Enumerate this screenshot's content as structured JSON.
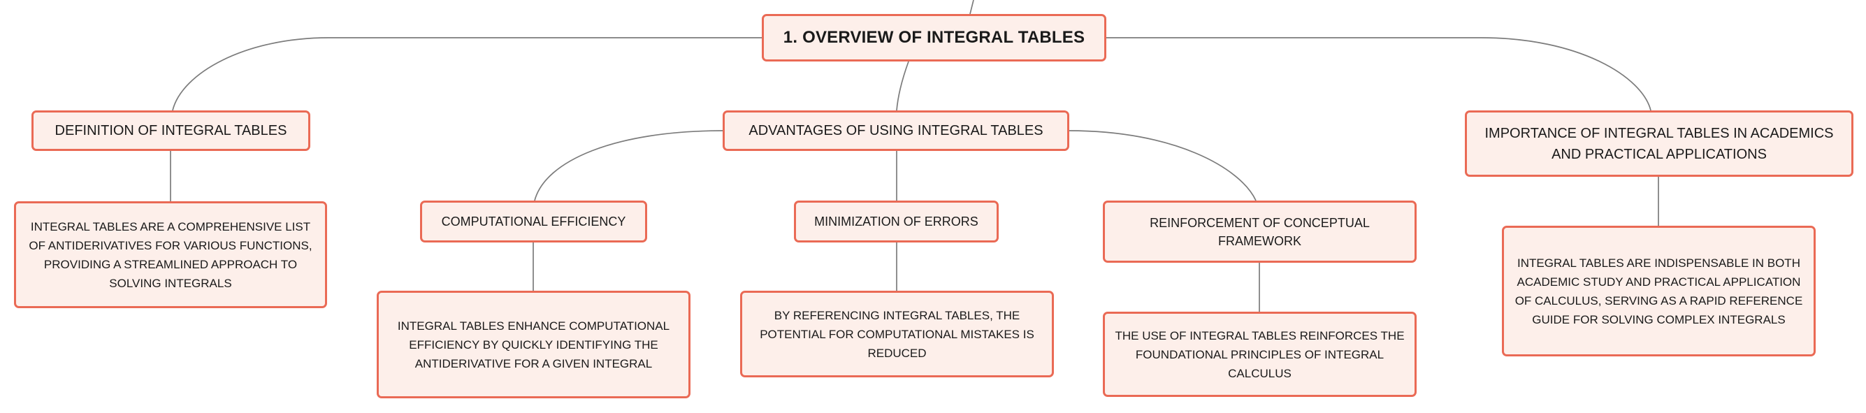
{
  "diagram": {
    "root": {
      "label": "1. OVERVIEW OF INTEGRAL TABLES"
    },
    "definition": {
      "label": "DEFINITION OF INTEGRAL TABLES",
      "detail": "INTEGRAL TABLES ARE A COMPREHENSIVE LIST OF ANTIDERIVATIVES FOR VARIOUS FUNCTIONS, PROVIDING A STREAMLINED APPROACH TO SOLVING INTEGRALS"
    },
    "advantages": {
      "label": "ADVANTAGES OF USING INTEGRAL TABLES",
      "children": [
        {
          "label": "COMPUTATIONAL EFFICIENCY",
          "detail": "INTEGRAL TABLES ENHANCE COMPUTATIONAL EFFICIENCY BY QUICKLY IDENTIFYING THE ANTIDERIVATIVE FOR A GIVEN INTEGRAL"
        },
        {
          "label": "MINIMIZATION OF ERRORS",
          "detail": "BY REFERENCING INTEGRAL TABLES, THE POTENTIAL FOR COMPUTATIONAL MISTAKES IS REDUCED"
        },
        {
          "label": "REINFORCEMENT OF CONCEPTUAL FRAMEWORK",
          "detail": "THE USE OF INTEGRAL TABLES REINFORCES THE FOUNDATIONAL PRINCIPLES OF INTEGRAL CALCULUS"
        }
      ]
    },
    "importance": {
      "label": "IMPORTANCE OF INTEGRAL TABLES IN ACADEMICS AND PRACTICAL APPLICATIONS",
      "detail": "INTEGRAL TABLES ARE INDISPENSABLE IN BOTH ACADEMIC STUDY AND PRACTICAL APPLICATION OF CALCULUS, SERVING AS A RAPID REFERENCE GUIDE FOR SOLVING COMPLEX INTEGRALS"
    }
  },
  "colors": {
    "node_border": "#ea6a55",
    "node_fill": "#fdefea",
    "connector": "#7b7b7b",
    "text": "#1a1a1a"
  }
}
